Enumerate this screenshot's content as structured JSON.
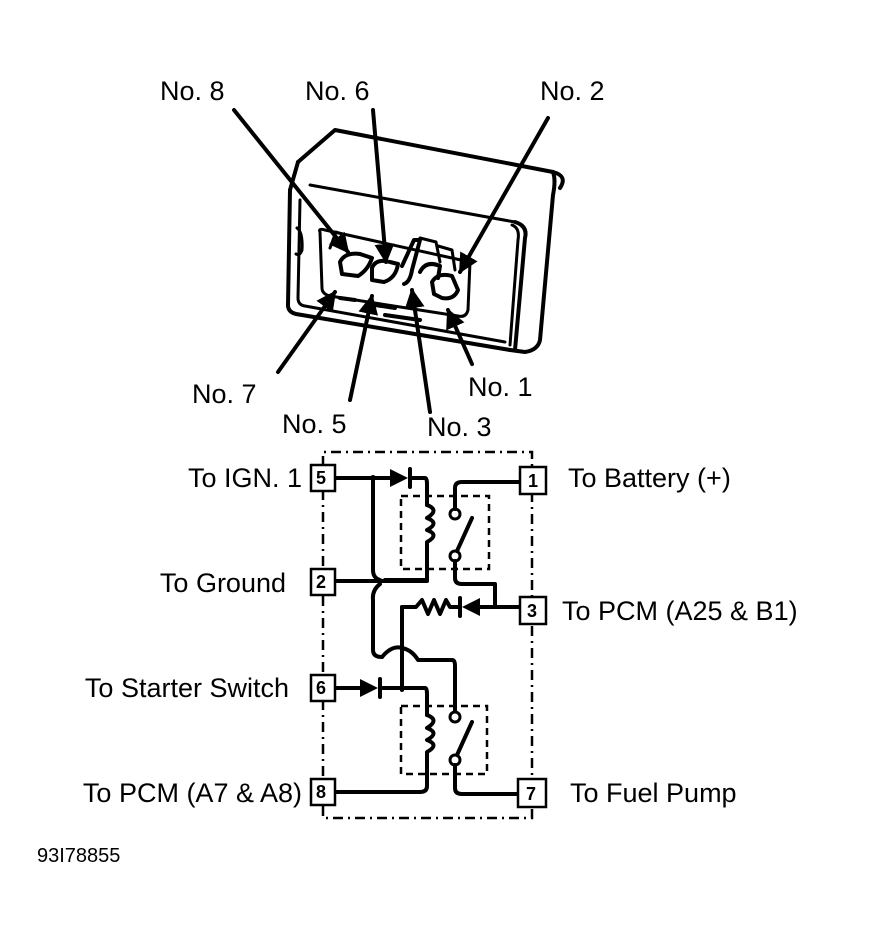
{
  "figure_id": "93I78855",
  "connector_view": {
    "callouts": [
      {
        "id": "no8",
        "label": "No. 8"
      },
      {
        "id": "no6",
        "label": "No. 6"
      },
      {
        "id": "no2",
        "label": "No. 2"
      },
      {
        "id": "no7",
        "label": "No. 7"
      },
      {
        "id": "no5",
        "label": "No. 5"
      },
      {
        "id": "no3",
        "label": "No. 3"
      },
      {
        "id": "no1",
        "label": "No. 1"
      }
    ]
  },
  "schematic": {
    "pins": {
      "p5": {
        "number": "5",
        "label": "To IGN. 1"
      },
      "p2": {
        "number": "2",
        "label": "To Ground"
      },
      "p6": {
        "number": "6",
        "label": "To Starter Switch"
      },
      "p8": {
        "number": "8",
        "label": "To PCM (A7 & A8)"
      },
      "p1": {
        "number": "1",
        "label": "To Battery (+)"
      },
      "p3": {
        "number": "3",
        "label": "To PCM (A25 & B1)"
      },
      "p7": {
        "number": "7",
        "label": "To Fuel Pump"
      }
    },
    "components": [
      "diode-pin5",
      "relay-upper",
      "diode-resistor-pin3",
      "diode-pin6",
      "relay-lower"
    ]
  }
}
